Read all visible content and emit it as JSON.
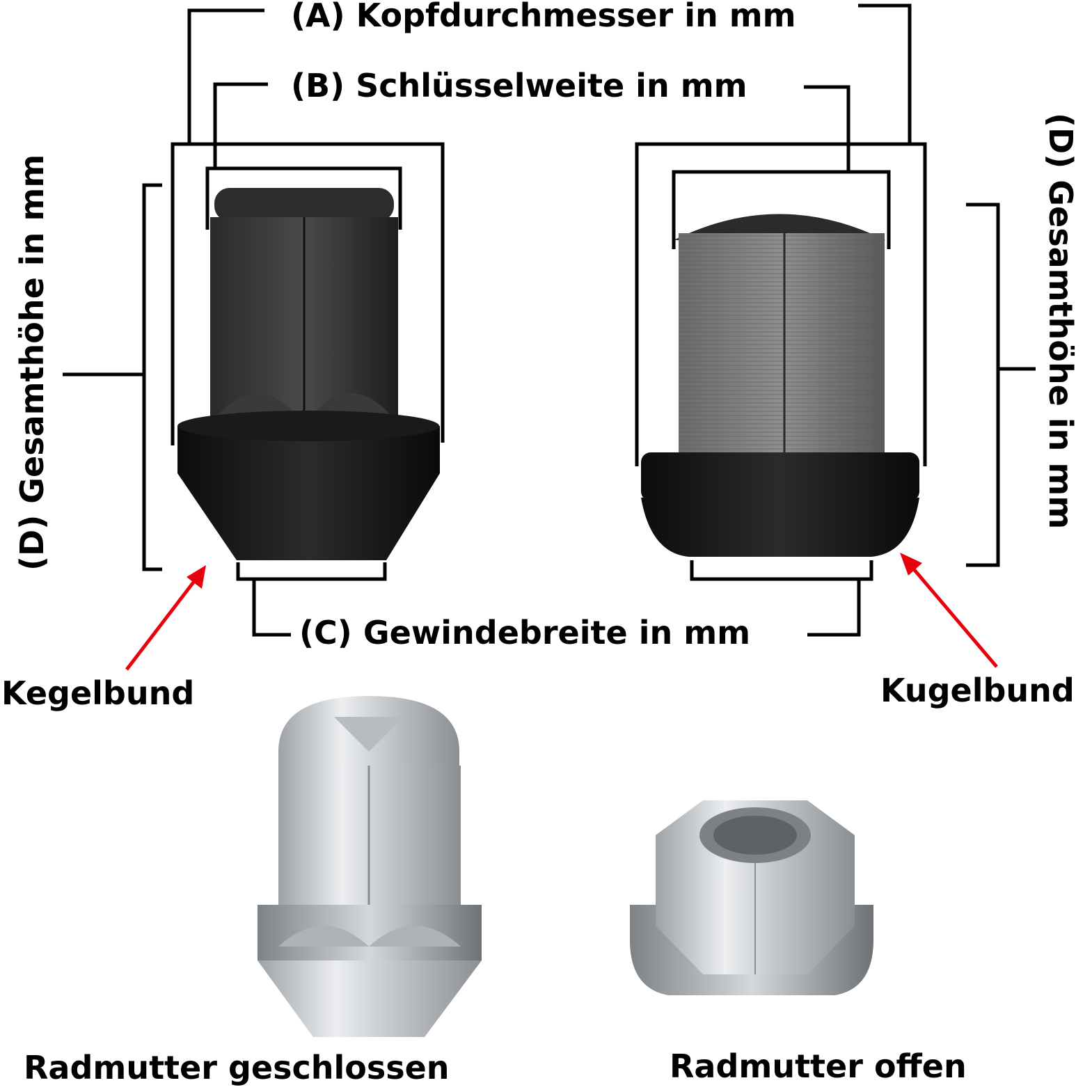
{
  "labels": {
    "head_diameter": "(A) Kopfdurchmesser in mm",
    "wrench_size": "(B) Schlüsselweite in mm",
    "thread_width": "(C) Gewindebreite in mm",
    "total_height_left": "(D) Gesamthöhe in mm",
    "total_height_right": "(D) Gesamthöhe in mm",
    "cone_seat": "Kegelbund",
    "ball_seat": "Kugelbund",
    "closed_nut": "Radmutter geschlossen",
    "open_nut": "Radmutter offen"
  },
  "colors": {
    "line": "#000000",
    "arrow": "#e8000d",
    "black_nut": "#1a1a1a",
    "chrome_nut": "#c9ccd0"
  }
}
